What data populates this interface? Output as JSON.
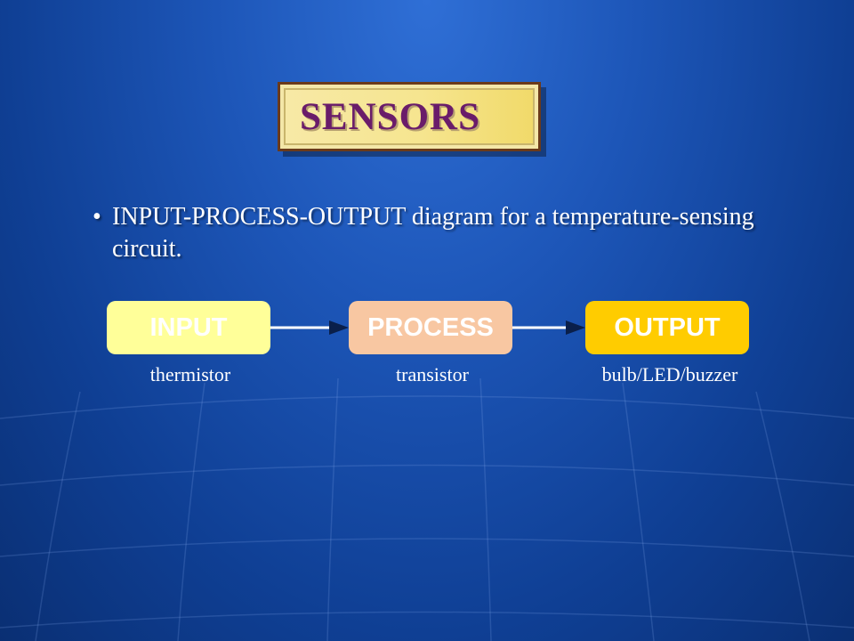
{
  "colors": {
    "background": "#1d56b8",
    "title_text": "#6a1c6a",
    "title_fill": "#f6e58f",
    "input_box": "#ffff99",
    "process_box": "#f8c7a2",
    "output_box": "#ffcc00",
    "text": "#ffffff"
  },
  "title": "SENSORS",
  "bullet": {
    "symbol": "•",
    "text": "INPUT-PROCESS-OUTPUT diagram for a temperature-sensing circuit."
  },
  "diagram": {
    "stages": [
      {
        "label": "INPUT",
        "caption": "thermistor"
      },
      {
        "label": "PROCESS",
        "caption": "transistor"
      },
      {
        "label": "OUTPUT",
        "caption": "bulb/LED/buzzer"
      }
    ]
  }
}
